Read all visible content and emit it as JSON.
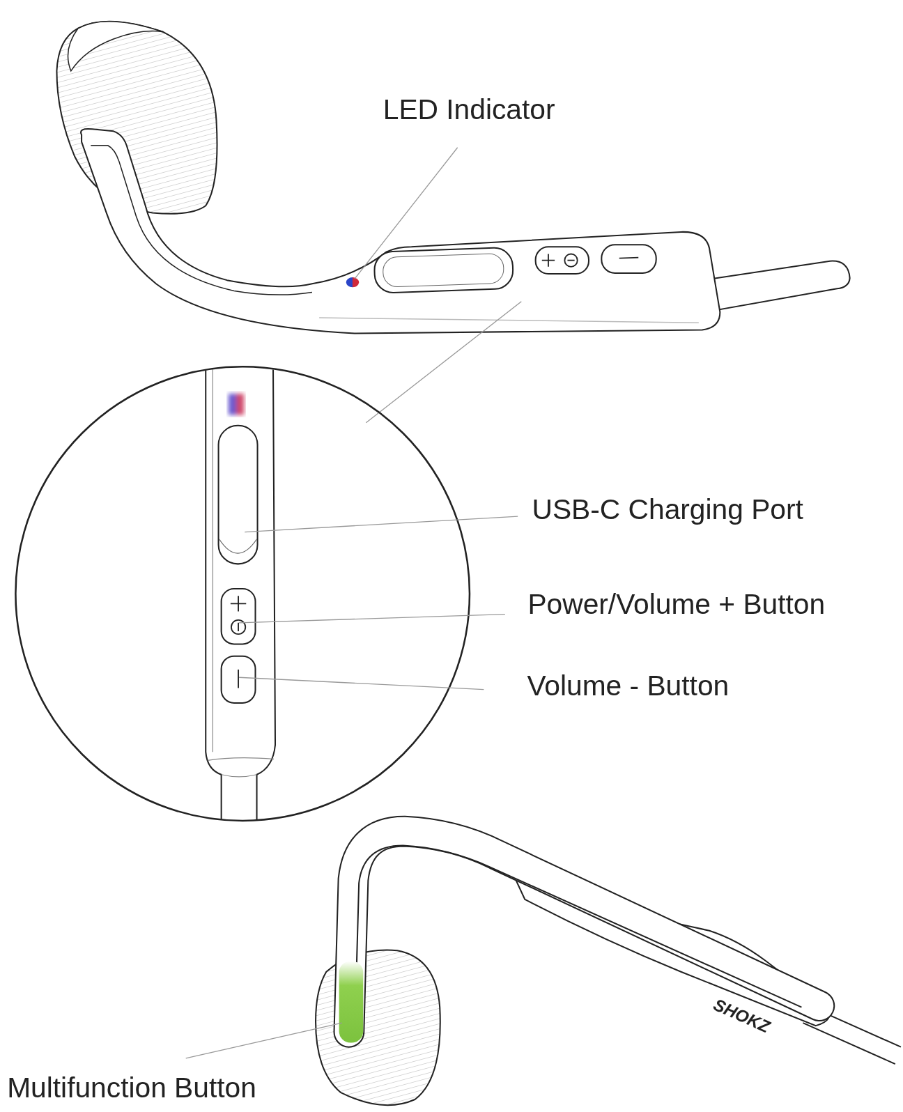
{
  "diagram": {
    "labels": [
      "LED Indicator",
      "USB-C Charging Port",
      "Power/Volume + Button",
      "Volume - Button",
      "SHOKZ",
      "Multifunction Button"
    ]
  }
}
